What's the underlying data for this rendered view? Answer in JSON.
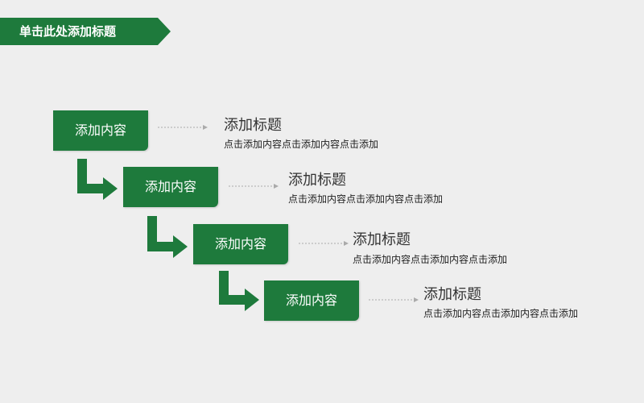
{
  "banner": {
    "title": "单击此处添加标题"
  },
  "steps": [
    {
      "box_label": "添加内容",
      "title": "添加标题",
      "desc": "点击添加内容点击添加内容点击添加"
    },
    {
      "box_label": "添加内容",
      "title": "添加标题",
      "desc": "点击添加内容点击添加内容点击添加"
    },
    {
      "box_label": "添加内容",
      "title": "添加标题",
      "desc": "点击添加内容点击添加内容点击添加"
    },
    {
      "box_label": "添加内容",
      "title": "添加标题",
      "desc": "点击添加内容点击添加内容点击添加"
    }
  ],
  "colors": {
    "accent_green": "#1e7a3c",
    "background": "#eeeeee",
    "connector": "#aaaaaa"
  }
}
